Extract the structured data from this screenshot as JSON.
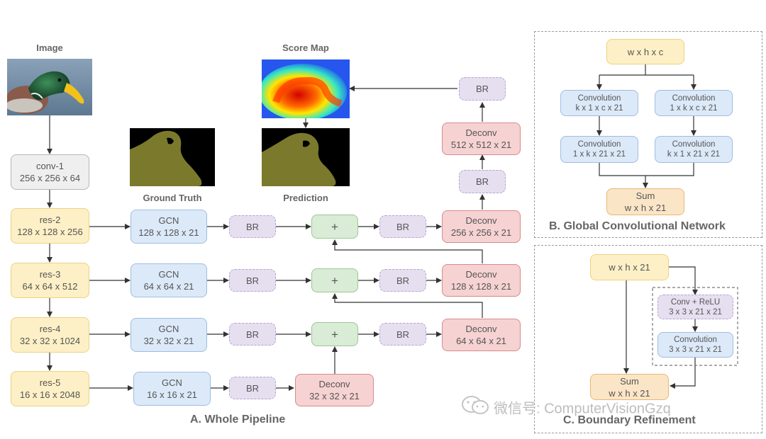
{
  "colors": {
    "input": "#fdf0c6",
    "gcn": "#dce9f8",
    "deconv": "#f6d2d2",
    "sum": "#d9ecd6",
    "br": "#e6dff0",
    "conv1": "#efefef"
  },
  "labels": {
    "image": "Image",
    "score_map": "Score Map",
    "ground_truth": "Ground Truth",
    "prediction": "Prediction"
  },
  "pipeline": {
    "caption": "A. Whole Pipeline",
    "conv1": {
      "l1": "conv-1",
      "l2": "256 x 256 x 64"
    },
    "res2": {
      "l1": "res-2",
      "l2": "128 x 128 x 256"
    },
    "res3": {
      "l1": "res-3",
      "l2": "64 x 64 x 512"
    },
    "res4": {
      "l1": "res-4",
      "l2": "32 x 32 x 1024"
    },
    "res5": {
      "l1": "res-5",
      "l2": "16 x 16 x 2048"
    },
    "gcn2": {
      "l1": "GCN",
      "l2": "128 x 128 x 21"
    },
    "gcn3": {
      "l1": "GCN",
      "l2": "64 x 64 x 21"
    },
    "gcn4": {
      "l1": "GCN",
      "l2": "32 x 32 x 21"
    },
    "gcn5": {
      "l1": "GCN",
      "l2": "16 x 16 x 21"
    },
    "br": "BR",
    "plus": "+",
    "deconv5": {
      "l1": "Deconv",
      "l2": "32 x 32 x 21"
    },
    "deconv4": {
      "l1": "Deconv",
      "l2": "64 x 64 x 21"
    },
    "deconv3": {
      "l1": "Deconv",
      "l2": "128 x 128 x 21"
    },
    "deconv2": {
      "l1": "Deconv",
      "l2": "256 x 256 x 21"
    },
    "deconv1": {
      "l1": "Deconv",
      "l2": "512 x 512 x 21"
    }
  },
  "gcn_panel": {
    "caption": "B. Global Convolutional Network",
    "input": "w x h x c",
    "conv_a1": {
      "l1": "Convolution",
      "l2": "k x 1 x c x 21"
    },
    "conv_a2": {
      "l1": "Convolution",
      "l2": "1 x k x 21 x 21"
    },
    "conv_b1": {
      "l1": "Convolution",
      "l2": "1 x k x c x 21"
    },
    "conv_b2": {
      "l1": "Convolution",
      "l2": "k x 1 x 21 x 21"
    },
    "sum": {
      "l1": "Sum",
      "l2": "w x h x 21"
    }
  },
  "br_panel": {
    "caption": "C. Boundary Refinement",
    "input": "w x h x 21",
    "conv_relu": {
      "l1": "Conv + ReLU",
      "l2": "3 x 3 x 21 x 21"
    },
    "conv": {
      "l1": "Convolution",
      "l2": "3 x 3 x 21 x 21"
    },
    "sum": {
      "l1": "Sum",
      "l2": "w x h x 21"
    }
  },
  "watermark": "微信号: ComputerVisionGzq"
}
